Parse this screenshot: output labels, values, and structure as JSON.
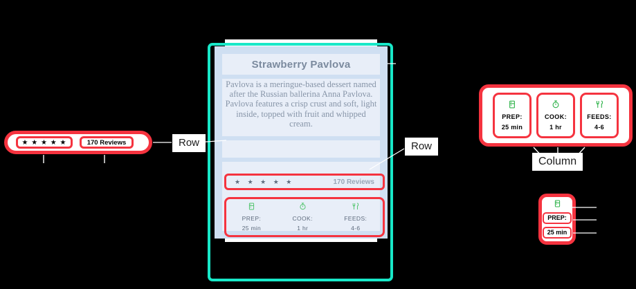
{
  "card": {
    "title": "Strawberry Pavlova",
    "description": "Pavlova is a meringue-based dessert named after the Russian ballerina Anna Pavlova. Pavlova features a crisp crust and soft, light inside, topped with fruit and whipped cream.",
    "rating": {
      "stars_glyphs": "★ ★ ★ ★ ★",
      "star_count": 5,
      "reviews_label": "170 Reviews"
    },
    "stats": [
      {
        "icon": "fridge-icon",
        "glyph": "⛁",
        "label": "PREP:",
        "value": "25 min"
      },
      {
        "icon": "stopwatch-icon",
        "glyph": "⏱",
        "label": "COOK:",
        "value": "1 hr"
      },
      {
        "icon": "cutlery-icon",
        "glyph": "ἷ4",
        "label": "FEEDS:",
        "value": "4-6"
      }
    ]
  },
  "annotations": {
    "row_rating": "Row",
    "row_stats": "Row",
    "column": "Column"
  },
  "colors": {
    "highlight_red": "#F5333F",
    "container_cyan": "#18E8C8",
    "icon_green": "#4FC46B",
    "card_gutter_blue": "#cfdff2",
    "card_band_blue": "#e8eef8",
    "background": "#000000",
    "text_muted": "#7b8a9e"
  }
}
